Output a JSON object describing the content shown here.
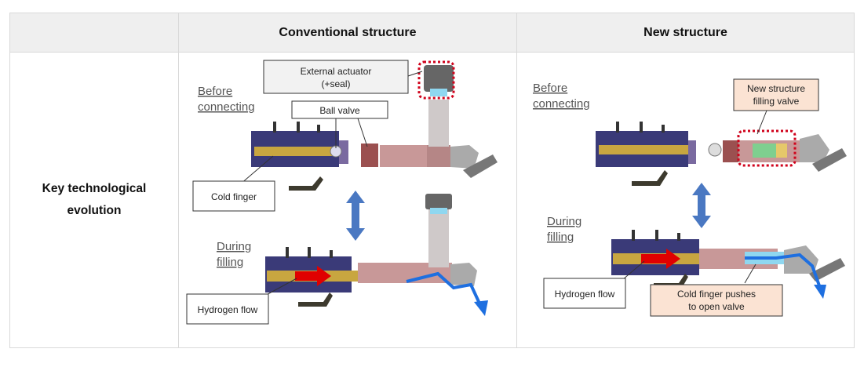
{
  "table": {
    "header": {
      "empty": "",
      "conventional": "Conventional structure",
      "new": "New structure"
    },
    "row_label": "Key technological evolution"
  },
  "conventional": {
    "label_before": "Before",
    "label_connecting": "connecting",
    "label_during": "During",
    "label_filling": "filling",
    "callout_actuator_line1": "External actuator",
    "callout_actuator_line2": "(+seal)",
    "callout_ball_valve": "Ball valve",
    "callout_cold_finger": "Cold finger",
    "callout_hydrogen_flow": "Hydrogen flow"
  },
  "new": {
    "label_before": "Before",
    "label_connecting": "connecting",
    "label_during": "During",
    "label_filling": "filling",
    "callout_valve_line1": "New structure",
    "callout_valve_line2": "filling valve",
    "callout_push_line1": "Cold finger pushes",
    "callout_push_line2": "to open valve",
    "callout_hydrogen_flow": "Hydrogen flow"
  },
  "colors": {
    "header_bg": "#efefef",
    "border": "#d9d9d9",
    "highlight": "#d0021b",
    "flow_arrow": "#1e6fe0",
    "switch_arrow": "#4a78c2",
    "callout_fill_new": "#fbe3d3"
  }
}
